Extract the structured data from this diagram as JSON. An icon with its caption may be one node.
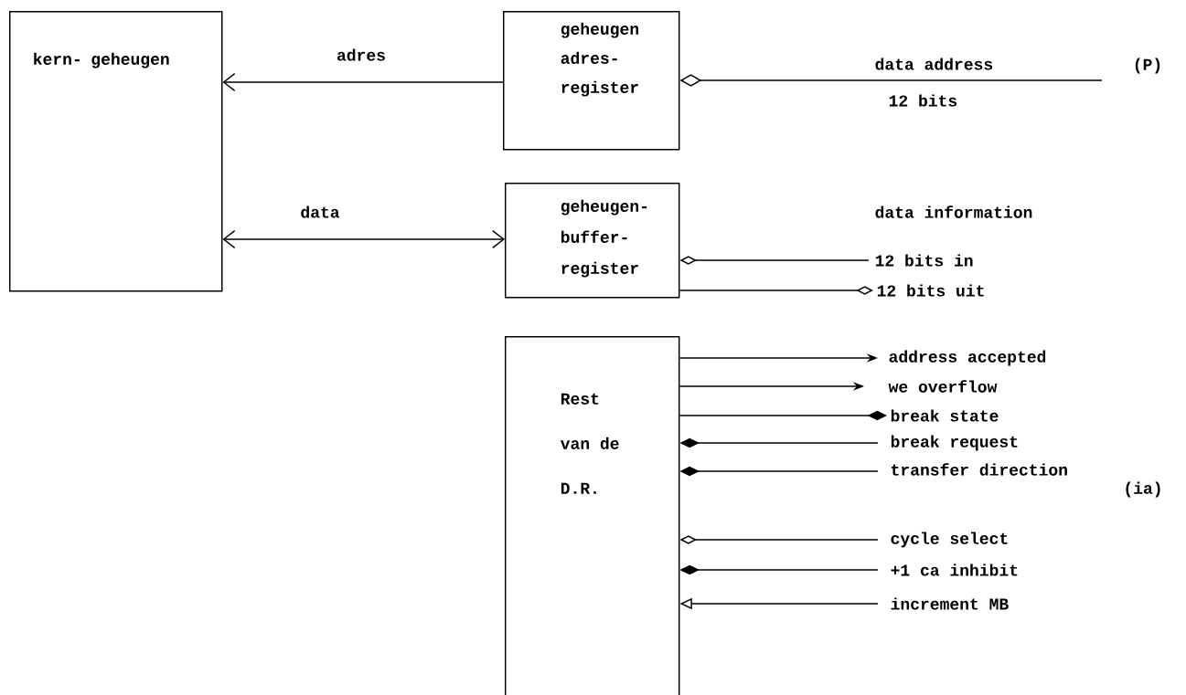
{
  "diagram": {
    "nodes": [
      {
        "text": [
          "kern- geheugen"
        ]
      },
      {
        "text": [
          "geheugen adres- register"
        ]
      },
      {
        "text": [
          "geheugen- buffer- register"
        ]
      },
      {
        "text": [
          "Rest van de D.R."
        ]
      }
    ],
    "edges": [
      {
        "from": 1,
        "to": 0,
        "arrow": "to",
        "label": "adres"
      },
      {
        "from": 0,
        "to": 2,
        "arrow": "both",
        "label": "data"
      },
      {
        "from": null,
        "to": 1,
        "arrow": "other",
        "label": "data address"
      },
      {
        "from": null,
        "to": 2,
        "arrow": "other",
        "label": "12 bits in"
      },
      {
        "from": 2,
        "to": null,
        "arrow": "other",
        "label": "12 bits uit"
      },
      {
        "from": 3,
        "to": null,
        "arrow": "to",
        "label": "address accepted"
      },
      {
        "from": 3,
        "to": null,
        "arrow": "to",
        "label": "we overflow"
      },
      {
        "from": 3,
        "to": null,
        "arrow": "other",
        "label": "break state"
      },
      {
        "from": null,
        "to": 3,
        "arrow": "other",
        "label": "break request"
      },
      {
        "from": null,
        "to": 3,
        "arrow": "other",
        "label": "transfer direction"
      },
      {
        "from": null,
        "to": 3,
        "arrow": "other",
        "label": "cycle select"
      },
      {
        "from": null,
        "to": 3,
        "arrow": "other",
        "label": "+1 ca inhibit"
      },
      {
        "from": null,
        "to": 3,
        "arrow": "to",
        "label": "increment MB"
      }
    ],
    "labels": [
      "12 bits",
      "(P)",
      "data information",
      "(ia)"
    ]
  }
}
